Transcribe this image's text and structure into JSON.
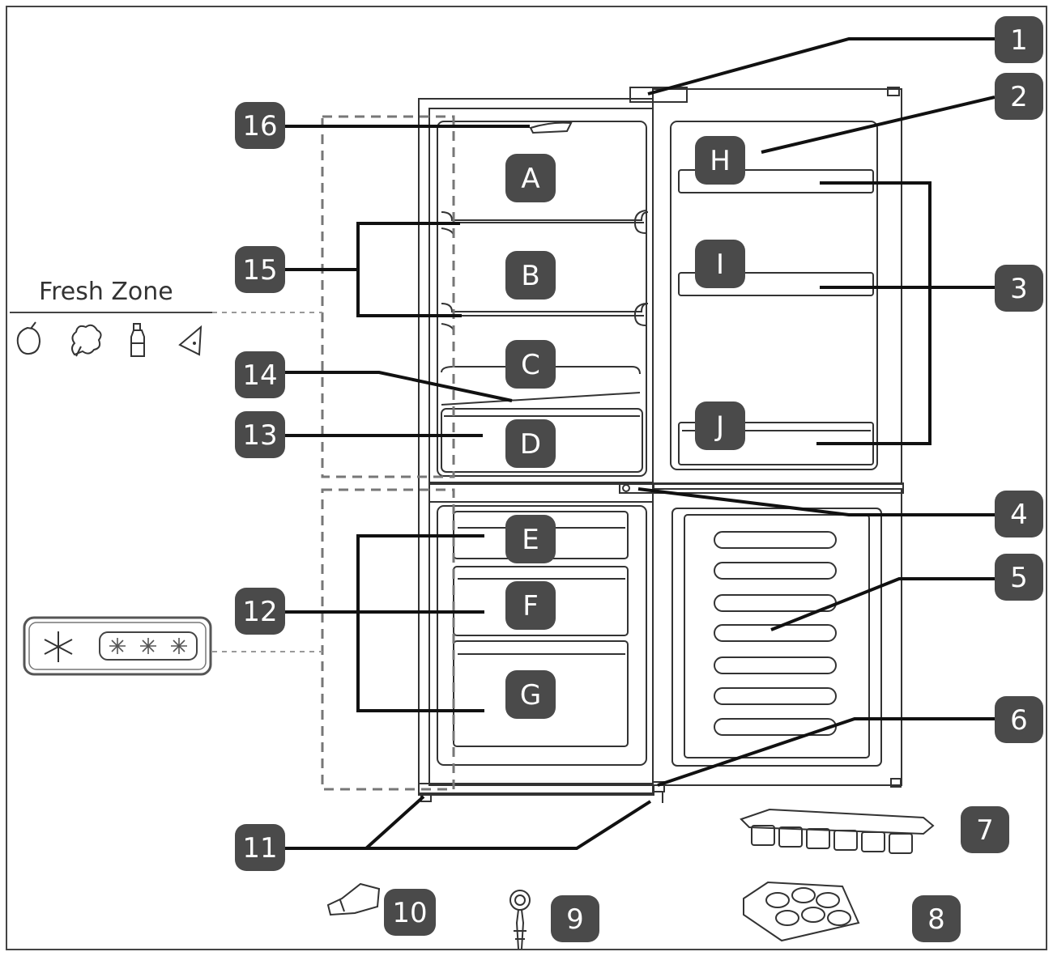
{
  "zones": {
    "fresh_zone_title": "Fresh Zone"
  },
  "callouts": {
    "c1": "1",
    "c2": "2",
    "c3": "3",
    "c4": "4",
    "c5": "5",
    "c6": "6",
    "c7": "7",
    "c8": "8",
    "c9": "9",
    "c10": "10",
    "c11": "11",
    "c12": "12",
    "c13": "13",
    "c14": "14",
    "c15": "15",
    "c16": "16"
  },
  "compartments": {
    "A": "A",
    "B": "B",
    "C": "C",
    "D": "D",
    "E": "E",
    "F": "F",
    "G": "G",
    "H": "H",
    "I": "I",
    "J": "J"
  },
  "icons": {
    "fresh_zone": [
      "fruit-icon",
      "vegetable-icon",
      "bottle-icon",
      "cheese-icon"
    ],
    "freezer_rating": [
      "snowflake-icon",
      "three-star-freezer-icon"
    ]
  },
  "colors": {
    "badge": "#4a4a4a",
    "line": "#111111",
    "dashed_frame": "#777777"
  }
}
